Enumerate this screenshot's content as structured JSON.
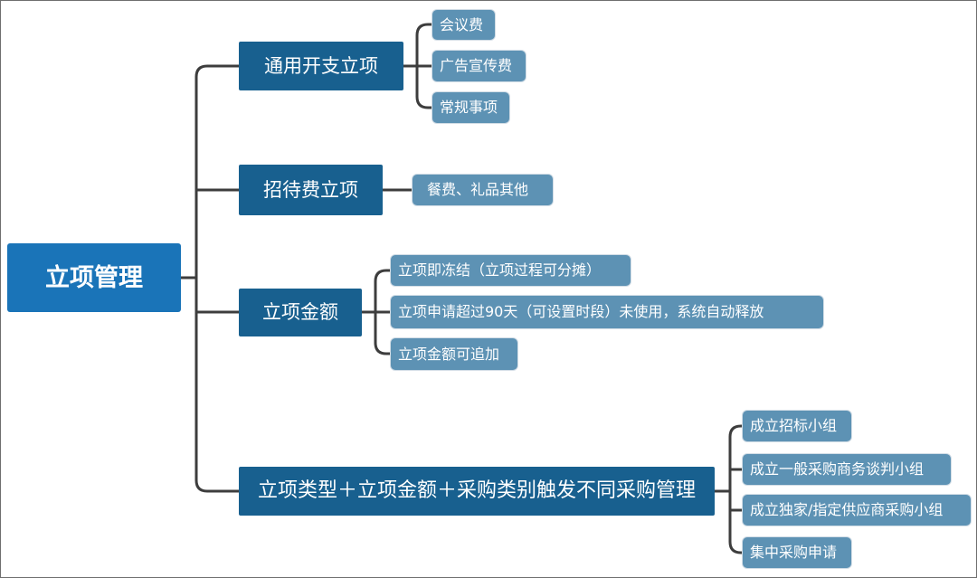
{
  "root": {
    "label": "立项管理"
  },
  "branches": [
    {
      "label": "通用开支立项",
      "children": [
        "会议费",
        "广告宣传费",
        "常规事项"
      ]
    },
    {
      "label": "招待费立项",
      "children": [
        "餐费、礼品其他"
      ]
    },
    {
      "label": "立项金额",
      "children": [
        "立项即冻结（立项过程可分摊）",
        "立项申请超过90天（可设置时段）未使用，系统自动释放",
        "立项金额可追加"
      ]
    },
    {
      "label": "立项类型＋立项金额＋采购类别触发不同采购管理",
      "children": [
        "成立招标小组",
        "成立一般采购商务谈判小组",
        "成立独家/指定供应商采购小组",
        "集中采购申请"
      ]
    }
  ],
  "colors": {
    "root": "#1a74b8",
    "branch": "#18608f",
    "leaf": "#5d92b4",
    "connector": "#3d3d3d",
    "border": "#6f6f6f"
  }
}
